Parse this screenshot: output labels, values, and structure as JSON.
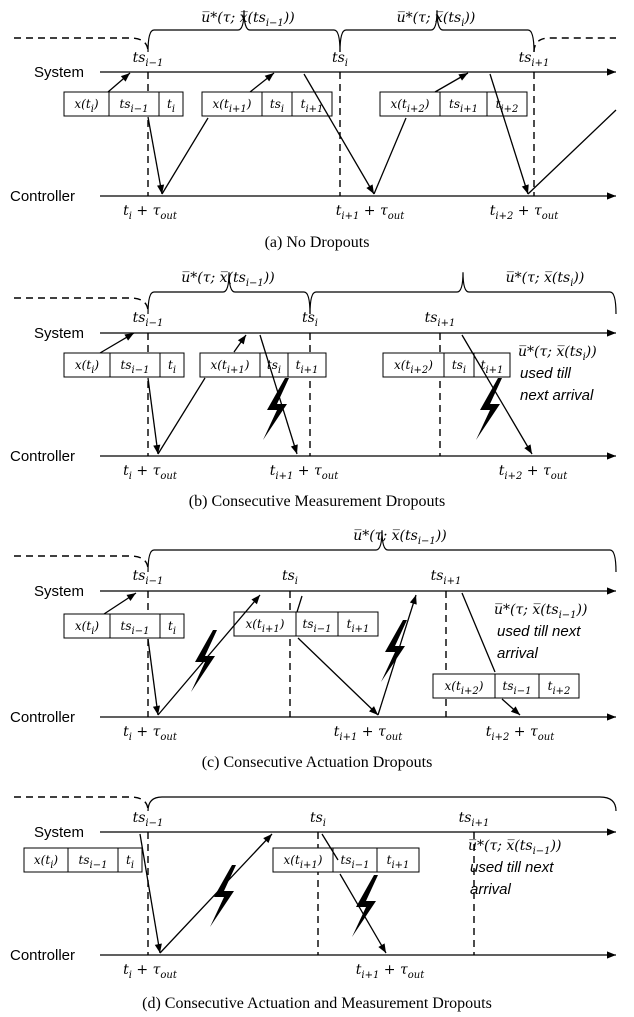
{
  "axis_labels": {
    "system": "System",
    "controller": "Controller"
  },
  "panels": [
    {
      "caption": "(a) No Dropouts",
      "control_labels": [
        "u̅*(τ; x̅(ts_{i−1}))",
        "u̅*(τ; x̅(ts_i))"
      ],
      "system_ticks": [
        "ts_{i−1}",
        "ts_i",
        "ts_{i+1}"
      ],
      "controller_ticks": [
        "t_i + τ_out",
        "t_{i+1} + τ_out",
        "t_{i+2} + τ_out"
      ],
      "packets": [
        [
          "x(t_i)",
          "ts_{i−1}",
          "t_i"
        ],
        [
          "x(t_{i+1})",
          "ts_i",
          "t_{i+1}"
        ],
        [
          "x(t_{i+2})",
          "ts_{i+1}",
          "t_{i+2}"
        ]
      ],
      "note": []
    },
    {
      "caption": "(b) Consecutive Measurement Dropouts",
      "control_labels": [
        "u̅*(τ; x̅(ts_{i−1}))",
        "u̅*(τ; x̅(ts_i))"
      ],
      "system_ticks": [
        "ts_{i−1}",
        "ts_i",
        "ts_{i+1}"
      ],
      "controller_ticks": [
        "t_i + τ_out",
        "t_{i+1} + τ_out",
        "t_{i+2} + τ_out"
      ],
      "packets": [
        [
          "x(t_i)",
          "ts_{i−1}",
          "t_i"
        ],
        [
          "x(t_{i+1})",
          "ts_i",
          "t_{i+1}"
        ],
        [
          "x(t_{i+2})",
          "ts_i",
          "t_{i+1}"
        ]
      ],
      "note": [
        "u̅*(τ; x̅(ts_i))",
        "used till",
        "next arrival"
      ]
    },
    {
      "caption": "(c) Consecutive Actuation Dropouts",
      "control_labels": [
        "u̅*(τ; x̅(ts_{i−1}))"
      ],
      "system_ticks": [
        "ts_{i−1}",
        "ts_i",
        "ts_{i+1}"
      ],
      "controller_ticks": [
        "t_i + τ_out",
        "t_{i+1} + τ_out",
        "t_{i+2} + τ_out"
      ],
      "packets": [
        [
          "x(t_i)",
          "ts_{i−1}",
          "t_i"
        ],
        [
          "x(t_{i+1})",
          "ts_{i−1}",
          "t_{i+1}"
        ],
        [
          "x(t_{i+2})",
          "ts_{i−1}",
          "t_{i+2}"
        ]
      ],
      "note": [
        "u̅*(τ; x̅(ts_{i−1}))",
        "used till next",
        "arrival"
      ]
    },
    {
      "caption": "(d) Consecutive Actuation and Measurement Dropouts",
      "control_labels": [],
      "system_ticks": [
        "ts_{i−1}",
        "ts_i",
        "ts_{i+1}"
      ],
      "controller_ticks": [
        "t_i + τ_out",
        "t_{i+1} + τ_out"
      ],
      "packets": [
        [
          "x(t_i)",
          "ts_{i−1}",
          "t_i"
        ],
        [
          "x(t_{i+1})",
          "ts_{i−1}",
          "t_{i+1}"
        ]
      ],
      "note": [
        "u̅*(τ; x̅(ts_{i−1}))",
        "used till next",
        "arrival"
      ]
    }
  ]
}
